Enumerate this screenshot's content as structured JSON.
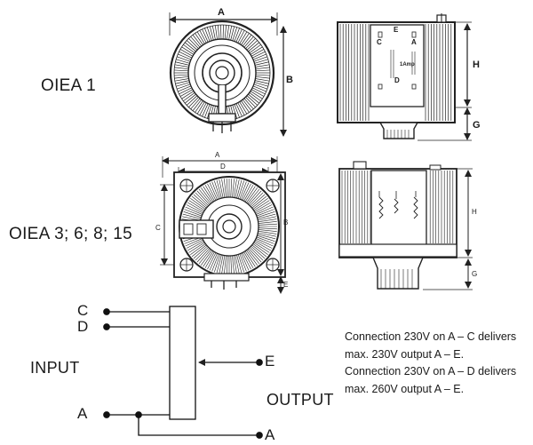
{
  "models": {
    "top_label": "OIEA 1",
    "bottom_label": "OIEA 3; 6; 8; 15"
  },
  "dimensions": {
    "top_front": {
      "width": "A",
      "height": "B"
    },
    "top_side": {
      "height": "H",
      "knob": "G"
    },
    "bottom_front": {
      "width": "A",
      "inner": "D",
      "height": "B",
      "side": "C",
      "base": "E"
    },
    "bottom_side": {
      "height": "H",
      "knob": "G"
    },
    "terminal_letters": [
      "E",
      "C",
      "A",
      "D"
    ]
  },
  "plates": {
    "rating": "1Amp"
  },
  "wiring": {
    "input_label": "INPUT",
    "output_label": "OUTPUT",
    "terminal_c": "C",
    "terminal_d": "D",
    "terminal_a_in": "A",
    "terminal_e_out": "E",
    "terminal_a_out": "A"
  },
  "notes": {
    "line1": "Connection 230V on A – C delivers",
    "line2": "max. 230V output A – E.",
    "line3": "Connection 230V on A – D delivers",
    "line4": "max. 260V output A – E."
  }
}
